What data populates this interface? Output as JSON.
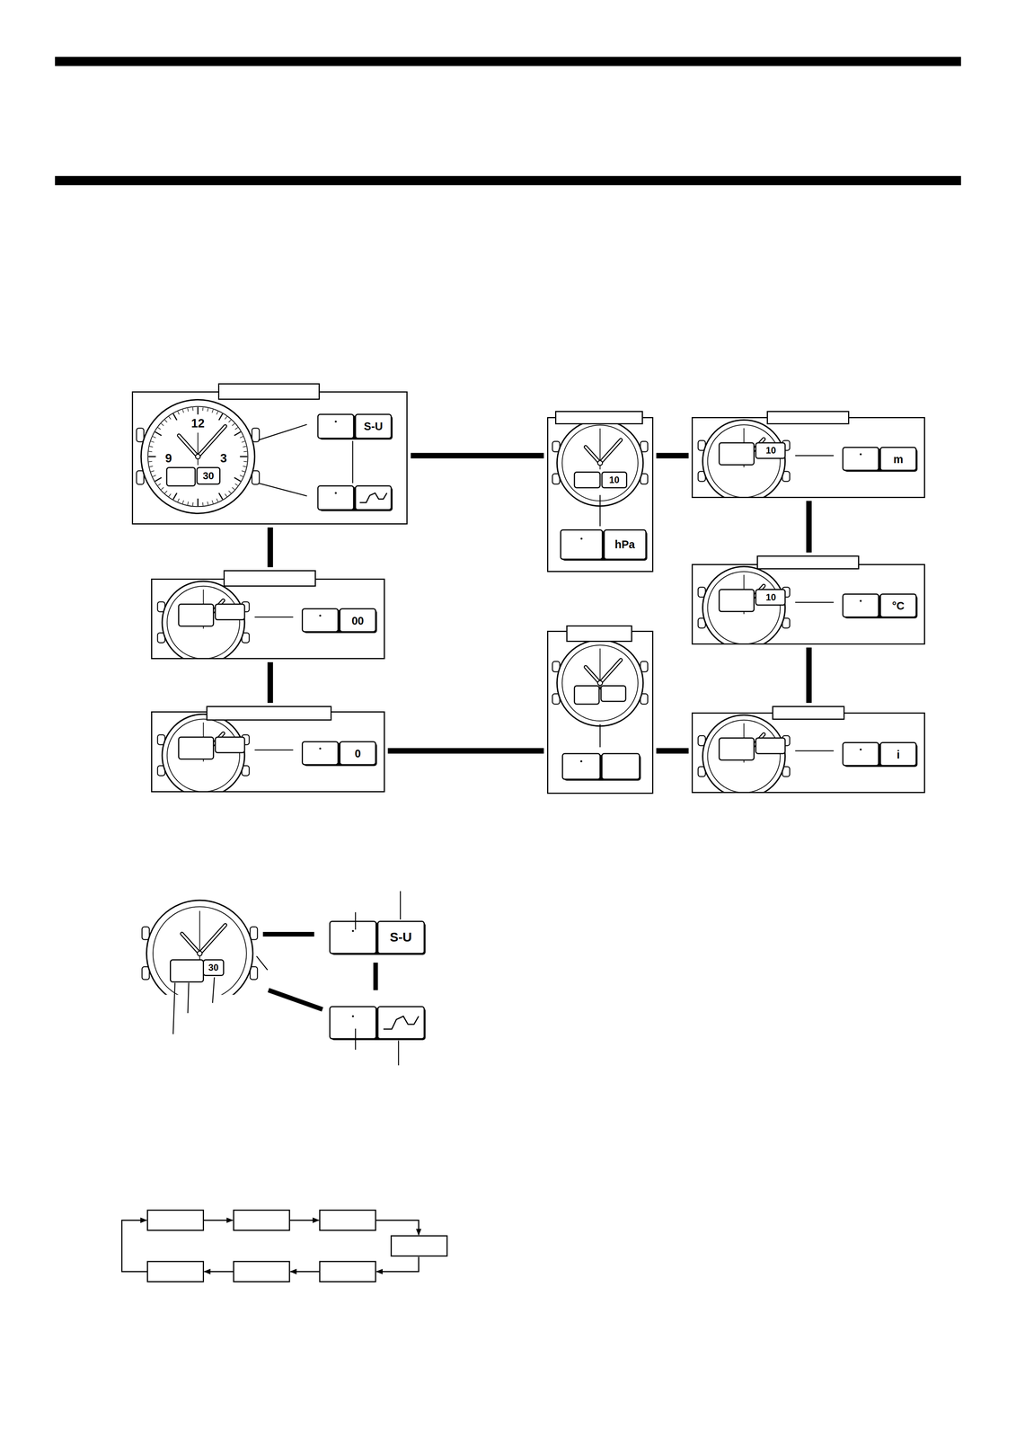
{
  "diagram": {
    "nodes": [
      {
        "text": [
          "12",
          "9",
          "3",
          "30",
          "S-U"
        ]
      },
      {
        "text": [
          "10",
          "hPa"
        ]
      },
      {
        "text": [
          "10",
          "m"
        ]
      },
      {
        "text": [
          "10",
          "°C"
        ]
      },
      {
        "text": [
          "i"
        ]
      },
      {
        "text": []
      },
      {
        "text": [
          "0"
        ]
      },
      {
        "text": [
          "00"
        ]
      }
    ],
    "edges": [
      {
        "from": 0,
        "to": 1,
        "arrow": "none"
      },
      {
        "from": 1,
        "to": 2,
        "arrow": "none"
      },
      {
        "from": 2,
        "to": 3,
        "arrow": "none"
      },
      {
        "from": 3,
        "to": 4,
        "arrow": "none"
      },
      {
        "from": 4,
        "to": 5,
        "arrow": "none"
      },
      {
        "from": 5,
        "to": 6,
        "arrow": "none"
      },
      {
        "from": 6,
        "to": 7,
        "arrow": "none"
      },
      {
        "from": 7,
        "to": 0,
        "arrow": "none"
      }
    ],
    "labels": [
      "30",
      "S-U"
    ]
  }
}
